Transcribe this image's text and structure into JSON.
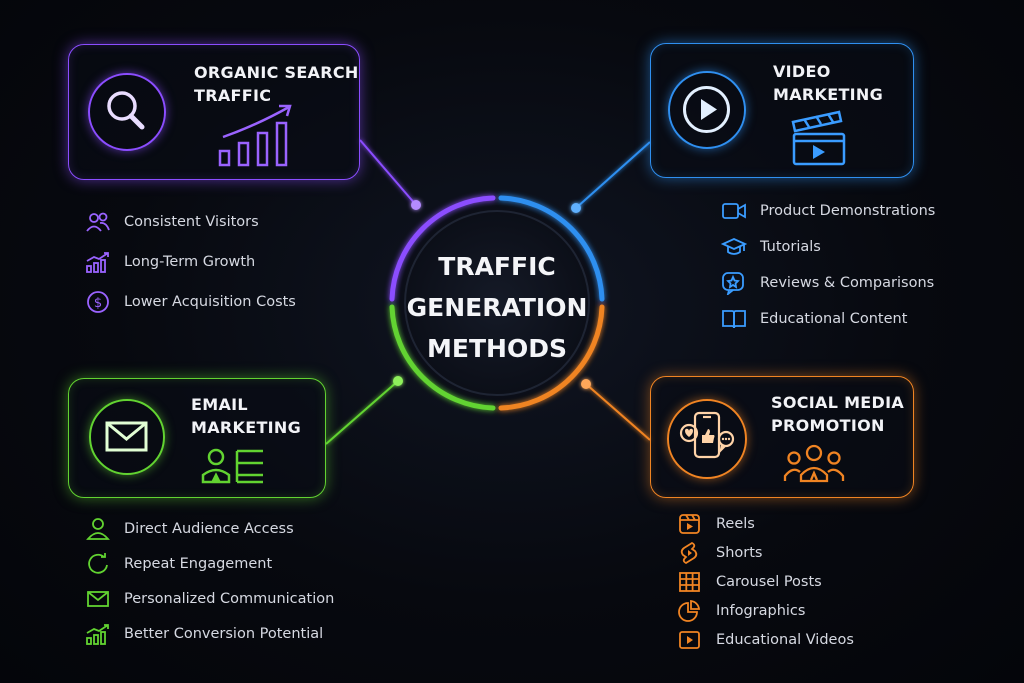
{
  "hub": {
    "lines": [
      "TRAFFIC",
      "GENERATION",
      "METHODS"
    ]
  },
  "branches": {
    "organic": {
      "title": [
        "ORGANIC SEARCH",
        "TRAFFIC"
      ],
      "color": "#8b4dff",
      "items": [
        "Consistent Visitors",
        "Long-Term Growth",
        "Lower Acquisition Costs"
      ]
    },
    "video": {
      "title": [
        "VIDEO",
        "MARKETING"
      ],
      "color": "#2f8ff0",
      "items": [
        "Product Demonstrations",
        "Tutorials",
        "Reviews & Comparisons",
        "Educational Content"
      ]
    },
    "email": {
      "title": [
        "EMAIL",
        "MARKETING"
      ],
      "color": "#62d331",
      "items": [
        "Direct Audience Access",
        "Repeat Engagement",
        "Personalized Communication",
        "Better Conversion Potential"
      ]
    },
    "social": {
      "title": [
        "SOCIAL MEDIA",
        "PROMOTION"
      ],
      "color": "#f08423",
      "items": [
        "Reels",
        "Shorts",
        "Carousel Posts",
        "Infographics",
        "Educational Videos"
      ]
    }
  },
  "icons": {
    "organic": [
      "magnifier-icon",
      "growth-bars-icon",
      "users-icon",
      "trend-chart-icon",
      "dollar-icon"
    ],
    "video": [
      "play-icon",
      "clapperboard-icon",
      "video-camera-icon",
      "graduation-cap-icon",
      "star-badge-icon",
      "book-icon"
    ],
    "email": [
      "envelope-icon",
      "contact-card-icon",
      "user-icon",
      "refresh-icon",
      "mail-icon",
      "trend-chart-icon"
    ],
    "social": [
      "smartphone-social-icon",
      "audience-icon",
      "reels-icon",
      "shorts-icon",
      "carousel-grid-icon",
      "pie-chart-icon",
      "video-icon"
    ]
  }
}
